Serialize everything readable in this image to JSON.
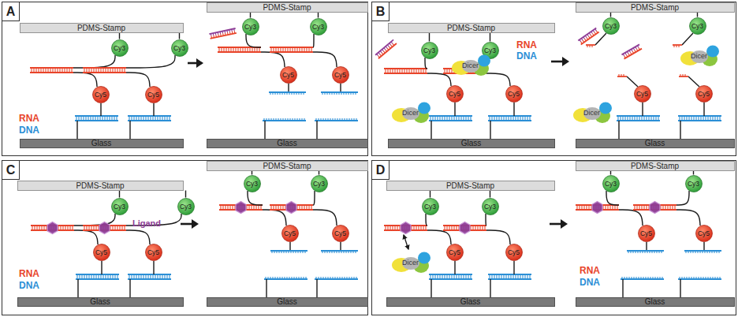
{
  "diagram": {
    "nodes": [
      {
        "text": [
          "A"
        ]
      },
      {
        "text": [
          "PDMS-Stamp"
        ],
        "in": 0
      },
      {
        "text": [
          "Cy3"
        ],
        "in": 0
      },
      {
        "text": [
          "Cy3"
        ],
        "in": 0
      },
      {
        "text": [
          "Cy5"
        ],
        "in": 0
      },
      {
        "text": [
          "Cy5"
        ],
        "in": 0
      },
      {
        "text": [
          "Glass"
        ],
        "in": 0
      },
      {
        "text": [
          "PDMS-Stamp"
        ],
        "in": 0
      },
      {
        "text": [
          "Cy3"
        ],
        "in": 0
      },
      {
        "text": [
          "Cy3"
        ],
        "in": 0
      },
      {
        "text": [
          "Cy5"
        ],
        "in": 0
      },
      {
        "text": [
          "Cy5"
        ],
        "in": 0
      },
      {
        "text": [
          "Glass"
        ],
        "in": 0
      },
      {
        "text": [
          "B"
        ]
      },
      {
        "text": [
          "PDMS-Stamp"
        ],
        "in": 13
      },
      {
        "text": [
          "Cy3"
        ],
        "in": 13
      },
      {
        "text": [
          "Cy3"
        ],
        "in": 13
      },
      {
        "text": [
          "Dicer"
        ],
        "in": 13
      },
      {
        "text": [
          "Cy5"
        ],
        "in": 13
      },
      {
        "text": [
          "Cy5"
        ],
        "in": 13
      },
      {
        "text": [
          "Dicer"
        ],
        "in": 13
      },
      {
        "text": [
          "Glass"
        ],
        "in": 13
      },
      {
        "text": [
          "PDMS-Stamp"
        ],
        "in": 13
      },
      {
        "text": [
          "Cy3"
        ],
        "in": 13
      },
      {
        "text": [
          "Cy3"
        ],
        "in": 13
      },
      {
        "text": [
          "Dicer"
        ],
        "in": 13
      },
      {
        "text": [
          "Cy5"
        ],
        "in": 13
      },
      {
        "text": [
          "Cy5"
        ],
        "in": 13
      },
      {
        "text": [
          "Dicer"
        ],
        "in": 13
      },
      {
        "text": [
          "Glass"
        ],
        "in": 13
      },
      {
        "text": [
          "C"
        ]
      },
      {
        "text": [
          "PDMS-Stamp"
        ],
        "in": 30
      },
      {
        "text": [
          "Cy3"
        ],
        "in": 30
      },
      {
        "text": [
          "Cy3"
        ],
        "in": 30
      },
      {
        "text": [
          "Cy5"
        ],
        "in": 30
      },
      {
        "text": [
          "Cy5"
        ],
        "in": 30
      },
      {
        "text": [
          "Glass"
        ],
        "in": 30
      },
      {
        "text": [
          "PDMS-Stamp"
        ],
        "in": 30
      },
      {
        "text": [
          "Cy3"
        ],
        "in": 30
      },
      {
        "text": [
          "Cy3"
        ],
        "in": 30
      },
      {
        "text": [
          "Cy5"
        ],
        "in": 30
      },
      {
        "text": [
          "Cy5"
        ],
        "in": 30
      },
      {
        "text": [
          "Glass"
        ],
        "in": 30
      },
      {
        "text": [
          "D"
        ]
      },
      {
        "text": [
          "PDMS-Stamp"
        ],
        "in": 43
      },
      {
        "text": [
          "Cy3"
        ],
        "in": 43
      },
      {
        "text": [
          "Cy3"
        ],
        "in": 43
      },
      {
        "text": [
          "Dicer"
        ],
        "in": 43
      },
      {
        "text": [
          "Cy5"
        ],
        "in": 43
      },
      {
        "text": [
          "Cy5"
        ],
        "in": 43
      },
      {
        "text": [
          "Glass"
        ],
        "in": 43
      },
      {
        "text": [
          "PDMS-Stamp"
        ],
        "in": 43
      },
      {
        "text": [
          "Cy3"
        ],
        "in": 43
      },
      {
        "text": [
          "Cy3"
        ],
        "in": 43
      },
      {
        "text": [
          "Cy5"
        ],
        "in": 43
      },
      {
        "text": [
          "Cy5"
        ],
        "in": 43
      },
      {
        "text": [
          "Glass"
        ],
        "in": 43
      }
    ],
    "edges": [
      {
        "from": 1,
        "to": 2,
        "arrow": "none"
      },
      {
        "from": 1,
        "to": 3,
        "arrow": "none"
      },
      {
        "from": 7,
        "to": 8,
        "arrow": "none"
      },
      {
        "from": 7,
        "to": 9,
        "arrow": "none"
      },
      {
        "from": 14,
        "to": 15,
        "arrow": "none"
      },
      {
        "from": 14,
        "to": 16,
        "arrow": "none"
      },
      {
        "from": 22,
        "to": 23,
        "arrow": "none"
      },
      {
        "from": 22,
        "to": 24,
        "arrow": "none"
      },
      {
        "from": 31,
        "to": 32,
        "arrow": "none"
      },
      {
        "from": 31,
        "to": 33,
        "arrow": "none"
      },
      {
        "from": 37,
        "to": 38,
        "arrow": "none"
      },
      {
        "from": 37,
        "to": 39,
        "arrow": "none"
      },
      {
        "from": 44,
        "to": 45,
        "arrow": "none"
      },
      {
        "from": 44,
        "to": 46,
        "arrow": "none"
      },
      {
        "from": 51,
        "to": 52,
        "arrow": "none"
      },
      {
        "from": 51,
        "to": 53,
        "arrow": "none"
      }
    ],
    "labels": [
      "RNA",
      "DNA",
      "RNA",
      "DNA",
      "Ligand",
      "RNA",
      "DNA",
      "RNA",
      "DNA"
    ]
  }
}
